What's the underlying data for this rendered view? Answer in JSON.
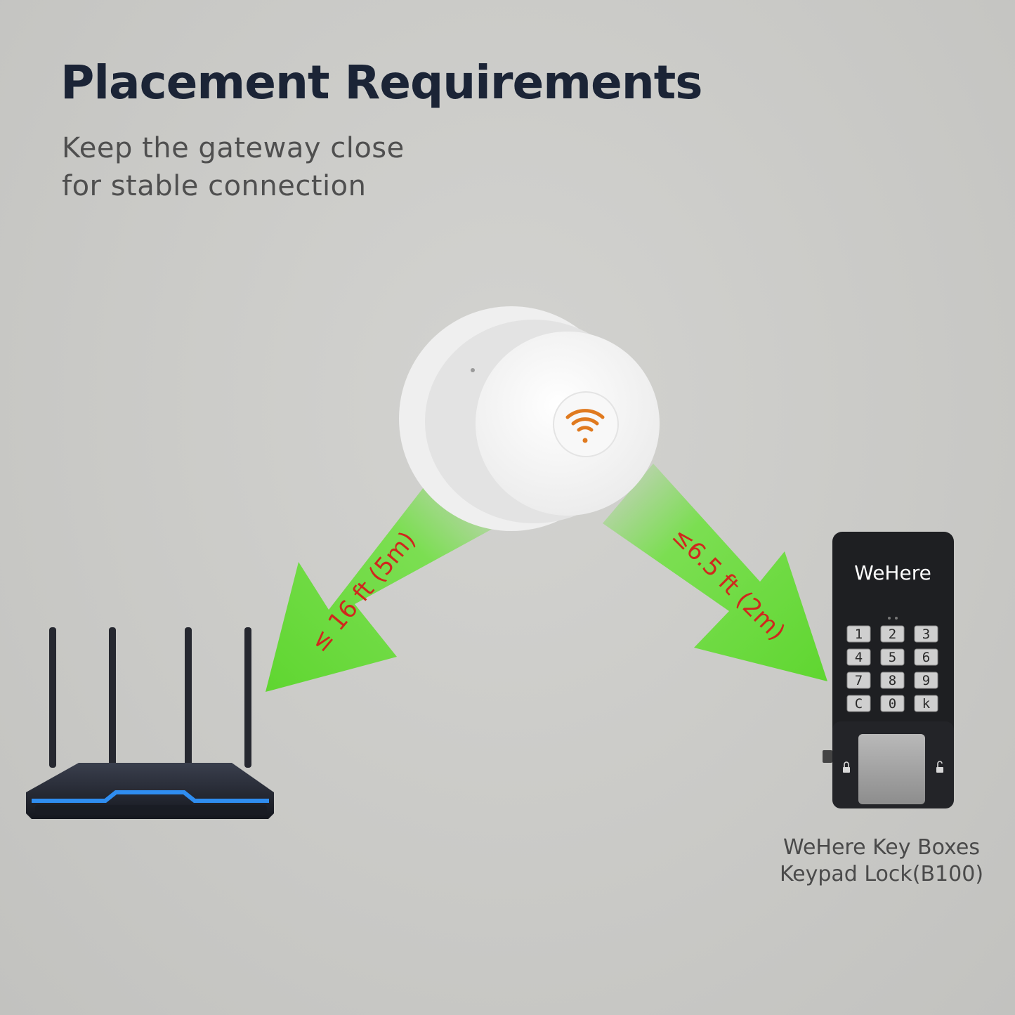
{
  "header": {
    "title": "Placement Requirements",
    "subtitle_line1": "Keep the gateway close",
    "subtitle_line2": "for stable connection"
  },
  "arrows": {
    "router_distance": "≤ 16 ft (5m)",
    "lock_distance": "≤6.5 ft (2m)"
  },
  "lock": {
    "brand": "WeHere",
    "keys": [
      "1",
      "2",
      "3",
      "4",
      "5",
      "6",
      "7",
      "8",
      "9",
      "C",
      "0",
      "k"
    ],
    "caption_line1": "WeHere Key Boxes",
    "caption_line2": "Keypad Lock(B100)"
  },
  "gateway": {
    "icon": "wifi-icon"
  },
  "colors": {
    "arrow_green": "#6fe040",
    "label_red": "#d0271d",
    "wifi_orange": "#e07a1f",
    "title_navy": "#1b2436",
    "router_glow": "#2f8df0"
  }
}
